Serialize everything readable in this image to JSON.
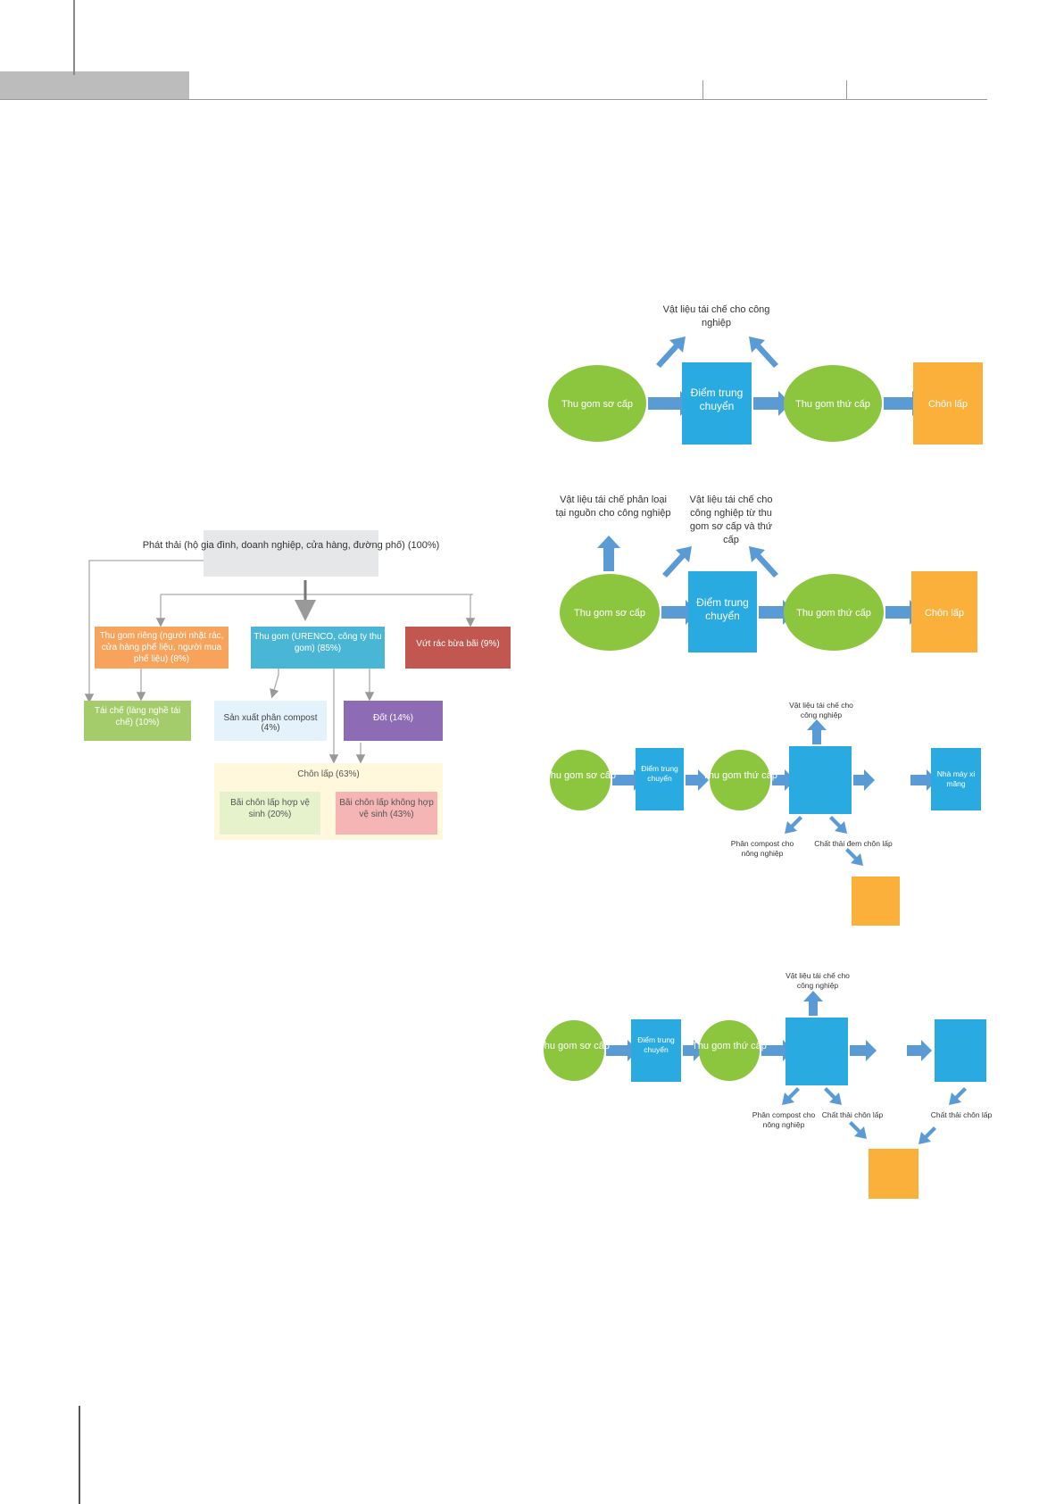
{
  "colors": {
    "green": "#8cc63f",
    "blue": "#29abe2",
    "orange": "#fbb03b",
    "arrow": "#5b9bd5",
    "gray_box": "#e6e7e8",
    "salmon": "#f7a35c",
    "teal": "#49b6d6",
    "red": "#c1574f",
    "lightgreen": "#a5cc6b",
    "paleblue": "#e3f2fb",
    "purple": "#8e6bb5",
    "cream": "#fff8dc",
    "palegreen": "#e6f2cc",
    "pink": "#f5b5b5"
  },
  "left_diagram": {
    "top": "Phát thải (hộ gia đình, doanh nghiệp, cửa hàng, đường phố) (100%)",
    "informal": "Thu gom riêng (người nhặt rác, cửa hàng phế liệu, người mua phế liệu) (8%)",
    "collection": "Thu gom (URENCO, công ty thu gom) (85%)",
    "littering": "Vứt rác bừa bãi (9%)",
    "recycling": "Tái chế (làng nghề tái chế) (10%)",
    "compost": "Sản xuất phân compost (4%)",
    "incineration": "Đốt (14%)",
    "landfill": "Chôn lấp (63%)",
    "sanitary": "Bãi chôn lấp hợp vệ sinh (20%)",
    "unsanitary": "Bãi chôn lấp không hợp vệ sinh (43%)"
  },
  "flow1": {
    "primary": "Thu gom sơ cấp",
    "transfer": "Điểm trung chuyển",
    "secondary": "Thu gom thứ cấp",
    "landfill": "Chôn lấp",
    "recycle": "Vật liệu tái chế cho công nghiệp"
  },
  "flow2": {
    "primary": "Thu gom sơ cấp",
    "transfer": "Điểm trung chuyển",
    "secondary": "Thu gom thứ cấp",
    "landfill": "Chôn lấp",
    "recycle_source": "Vật liệu tái chế phân loại tại nguồn cho công nghiệp",
    "recycle_collect": "Vật liệu tái chế cho công nghiệp từ thu gom sơ cấp và thứ cấp"
  },
  "flow3": {
    "primary": "Thu gom sơ cấp",
    "transfer": "Điểm trung chuyển",
    "secondary": "Thu gom thứ cấp",
    "mbt": "",
    "rdf": "",
    "plant": "Nhà máy xi măng",
    "recycle": "Vật liệu tái chế cho công nghiệp",
    "compost": "Phân compost cho nông nghiệp",
    "residue": "Chất thải đem chôn lấp",
    "landfill": ""
  },
  "flow4": {
    "primary": "Thu gom sơ cấp",
    "transfer": "Điểm trung chuyển",
    "secondary": "Thu gom thứ cấp",
    "mbt": "",
    "rdf": "",
    "plant": "",
    "recycle": "Vật liệu tái chế cho công nghiệp",
    "compost": "Phân compost cho nông nghiệp",
    "residue1": "Chất thải chôn lấp",
    "residue2": "Chất thải chôn lấp",
    "landfill": ""
  }
}
